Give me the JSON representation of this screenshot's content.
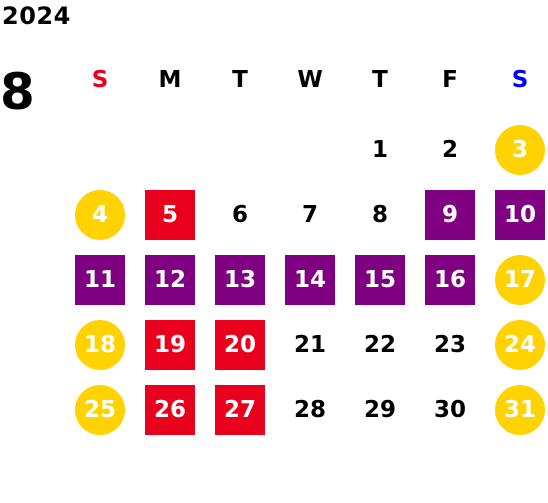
{
  "header": {
    "year": "2024",
    "month": "8"
  },
  "weekdays": [
    {
      "label": "S",
      "color": "#e8001c"
    },
    {
      "label": "M",
      "color": "#000000"
    },
    {
      "label": "T",
      "color": "#000000"
    },
    {
      "label": "W",
      "color": "#000000"
    },
    {
      "label": "T",
      "color": "#000000"
    },
    {
      "label": "F",
      "color": "#000000"
    },
    {
      "label": "S",
      "color": "#0000ff"
    }
  ],
  "colors": {
    "weekend": "#ffd200",
    "closed": "#e8001c",
    "event": "#7f0080",
    "normal_text": "#000000"
  },
  "weeks": [
    [
      null,
      null,
      null,
      null,
      {
        "day": "1",
        "style": "normal"
      },
      {
        "day": "2",
        "style": "normal"
      },
      {
        "day": "3",
        "style": "weekend"
      }
    ],
    [
      {
        "day": "4",
        "style": "weekend"
      },
      {
        "day": "5",
        "style": "closed"
      },
      {
        "day": "6",
        "style": "normal"
      },
      {
        "day": "7",
        "style": "normal"
      },
      {
        "day": "8",
        "style": "normal"
      },
      {
        "day": "9",
        "style": "event"
      },
      {
        "day": "10",
        "style": "event"
      }
    ],
    [
      {
        "day": "11",
        "style": "event"
      },
      {
        "day": "12",
        "style": "event"
      },
      {
        "day": "13",
        "style": "event"
      },
      {
        "day": "14",
        "style": "event"
      },
      {
        "day": "15",
        "style": "event"
      },
      {
        "day": "16",
        "style": "event"
      },
      {
        "day": "17",
        "style": "weekend"
      }
    ],
    [
      {
        "day": "18",
        "style": "weekend"
      },
      {
        "day": "19",
        "style": "closed"
      },
      {
        "day": "20",
        "style": "closed"
      },
      {
        "day": "21",
        "style": "normal"
      },
      {
        "day": "22",
        "style": "normal"
      },
      {
        "day": "23",
        "style": "normal"
      },
      {
        "day": "24",
        "style": "weekend"
      }
    ],
    [
      {
        "day": "25",
        "style": "weekend"
      },
      {
        "day": "26",
        "style": "closed"
      },
      {
        "day": "27",
        "style": "closed"
      },
      {
        "day": "28",
        "style": "normal"
      },
      {
        "day": "29",
        "style": "normal"
      },
      {
        "day": "30",
        "style": "normal"
      },
      {
        "day": "31",
        "style": "weekend"
      }
    ]
  ]
}
